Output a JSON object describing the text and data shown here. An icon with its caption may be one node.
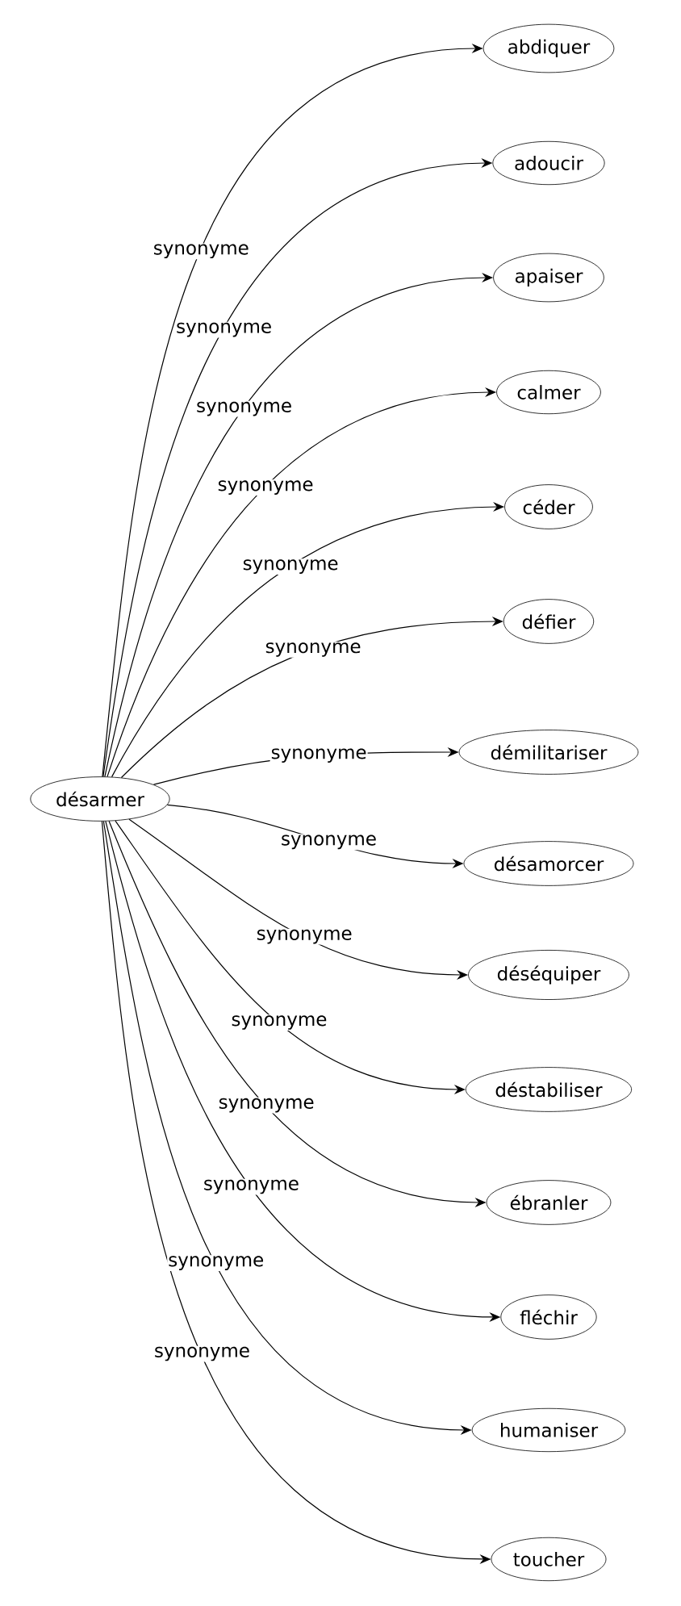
{
  "diagram": {
    "nodes": [
      {
        "text": [
          "désarmer"
        ]
      },
      {
        "text": [
          "abdiquer"
        ]
      },
      {
        "text": [
          "adoucir"
        ]
      },
      {
        "text": [
          "apaiser"
        ]
      },
      {
        "text": [
          "calmer"
        ]
      },
      {
        "text": [
          "céder"
        ]
      },
      {
        "text": [
          "défier"
        ]
      },
      {
        "text": [
          "démilitariser"
        ]
      },
      {
        "text": [
          "désamorcer"
        ]
      },
      {
        "text": [
          "déséquiper"
        ]
      },
      {
        "text": [
          "déstabiliser"
        ]
      },
      {
        "text": [
          "ébranler"
        ]
      },
      {
        "text": [
          "fléchir"
        ]
      },
      {
        "text": [
          "humaniser"
        ]
      },
      {
        "text": [
          "toucher"
        ]
      }
    ],
    "edges": [
      {
        "from": 0,
        "to": 1,
        "arrow": "to",
        "label": "synonyme"
      },
      {
        "from": 0,
        "to": 2,
        "arrow": "to",
        "label": "synonyme"
      },
      {
        "from": 0,
        "to": 3,
        "arrow": "to",
        "label": "synonyme"
      },
      {
        "from": 0,
        "to": 4,
        "arrow": "to",
        "label": "synonyme"
      },
      {
        "from": 0,
        "to": 5,
        "arrow": "to",
        "label": "synonyme"
      },
      {
        "from": 0,
        "to": 6,
        "arrow": "to",
        "label": "synonyme"
      },
      {
        "from": 0,
        "to": 7,
        "arrow": "to",
        "label": "synonyme"
      },
      {
        "from": 0,
        "to": 8,
        "arrow": "to",
        "label": "synonyme"
      },
      {
        "from": 0,
        "to": 9,
        "arrow": "to",
        "label": "synonyme"
      },
      {
        "from": 0,
        "to": 10,
        "arrow": "to",
        "label": "synonyme"
      },
      {
        "from": 0,
        "to": 11,
        "arrow": "to",
        "label": "synonyme"
      },
      {
        "from": 0,
        "to": 12,
        "arrow": "to",
        "label": "synonyme"
      },
      {
        "from": 0,
        "to": 13,
        "arrow": "to",
        "label": "synonyme"
      },
      {
        "from": 0,
        "to": 14,
        "arrow": "to",
        "label": "synonyme"
      }
    ]
  }
}
